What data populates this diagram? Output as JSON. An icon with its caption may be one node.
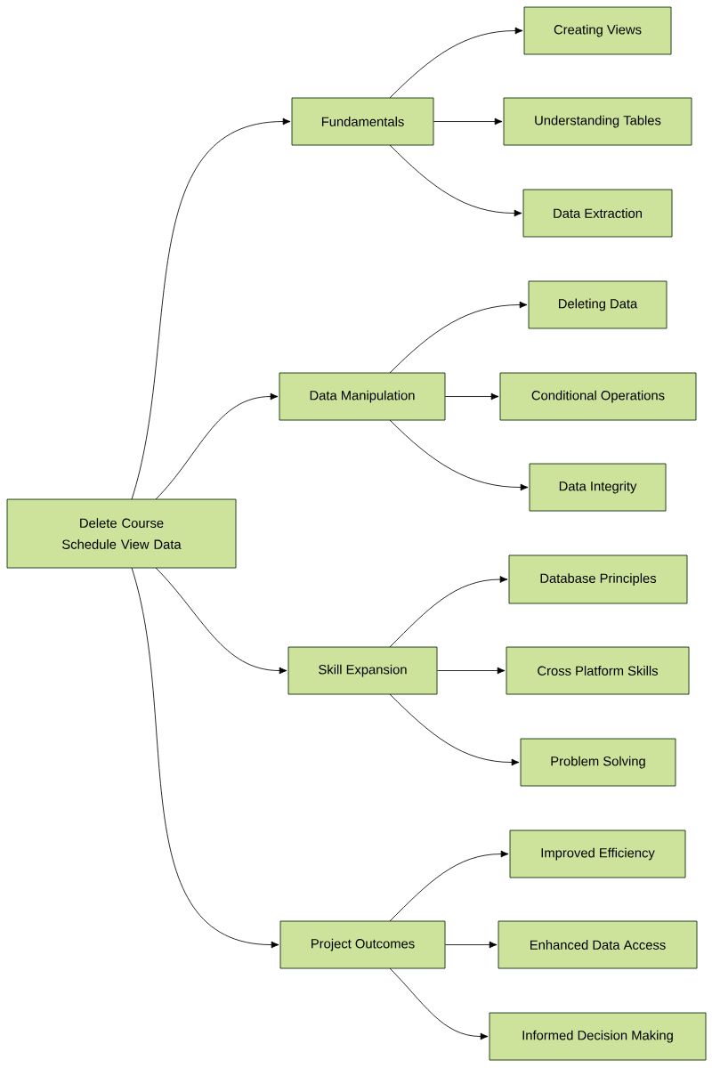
{
  "diagram": {
    "nodes": [
      {
        "text": [
          "Delete Course Schedule View Data"
        ]
      },
      {
        "text": [
          "Fundamentals"
        ]
      },
      {
        "text": [
          "Creating Views"
        ]
      },
      {
        "text": [
          "Understanding Tables"
        ]
      },
      {
        "text": [
          "Data Extraction"
        ]
      },
      {
        "text": [
          "Data Manipulation"
        ]
      },
      {
        "text": [
          "Deleting Data"
        ]
      },
      {
        "text": [
          "Conditional Operations"
        ]
      },
      {
        "text": [
          "Data Integrity"
        ]
      },
      {
        "text": [
          "Skill Expansion"
        ]
      },
      {
        "text": [
          "Database Principles"
        ]
      },
      {
        "text": [
          "Cross Platform Skills"
        ]
      },
      {
        "text": [
          "Problem Solving"
        ]
      },
      {
        "text": [
          "Project Outcomes"
        ]
      },
      {
        "text": [
          "Improved Efficiency"
        ]
      },
      {
        "text": [
          "Enhanced Data Access"
        ]
      },
      {
        "text": [
          "Informed Decision Making"
        ]
      }
    ],
    "edges": [
      {
        "from": 0,
        "to": 1,
        "arrow": "to"
      },
      {
        "from": 0,
        "to": 5,
        "arrow": "to"
      },
      {
        "from": 0,
        "to": 9,
        "arrow": "to"
      },
      {
        "from": 0,
        "to": 13,
        "arrow": "to"
      },
      {
        "from": 1,
        "to": 2,
        "arrow": "to"
      },
      {
        "from": 1,
        "to": 3,
        "arrow": "to"
      },
      {
        "from": 1,
        "to": 4,
        "arrow": "to"
      },
      {
        "from": 5,
        "to": 6,
        "arrow": "to"
      },
      {
        "from": 5,
        "to": 7,
        "arrow": "to"
      },
      {
        "from": 5,
        "to": 8,
        "arrow": "to"
      },
      {
        "from": 9,
        "to": 10,
        "arrow": "to"
      },
      {
        "from": 9,
        "to": 11,
        "arrow": "to"
      },
      {
        "from": 9,
        "to": 12,
        "arrow": "to"
      },
      {
        "from": 13,
        "to": 14,
        "arrow": "to"
      },
      {
        "from": 13,
        "to": 15,
        "arrow": "to"
      },
      {
        "from": 13,
        "to": 16,
        "arrow": "to"
      }
    ]
  }
}
